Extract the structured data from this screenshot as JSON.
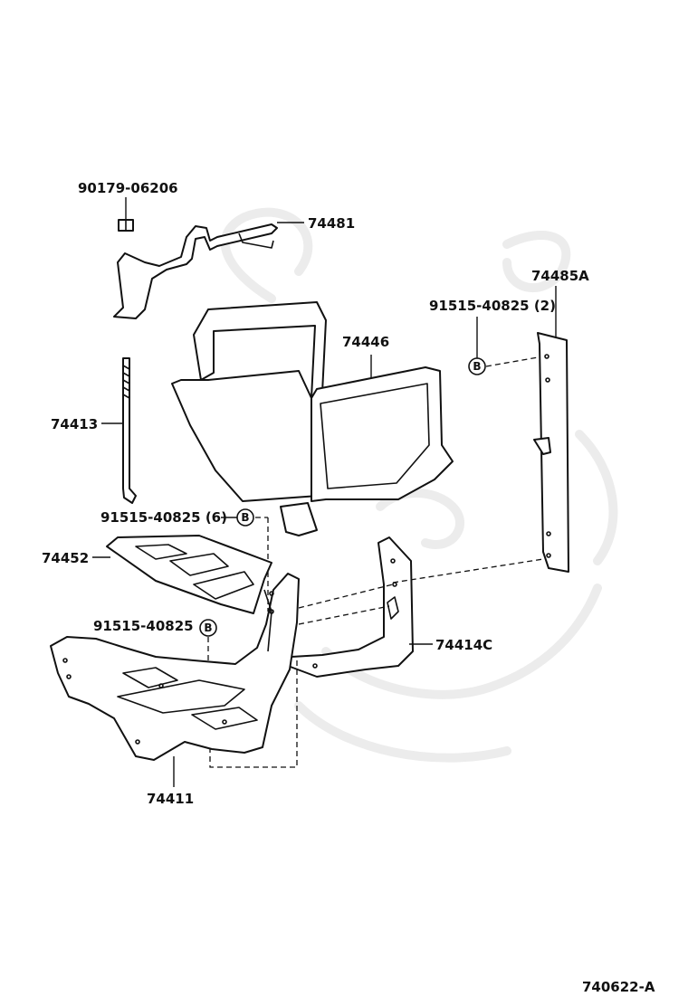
{
  "callouts": {
    "nut": "90179-06206",
    "bracket": "74481",
    "rod": "74413",
    "carrier": "74446",
    "bolt_group_right": "91515-40825 (2)",
    "plate_right": "74485A",
    "bolt_group_left": "91515-40825 (6)",
    "tray": "74452",
    "bolt_single": "91515-40825",
    "stay": "74414C",
    "base": "74411"
  },
  "bolt_marker": "B",
  "figure_code": "740622-A"
}
